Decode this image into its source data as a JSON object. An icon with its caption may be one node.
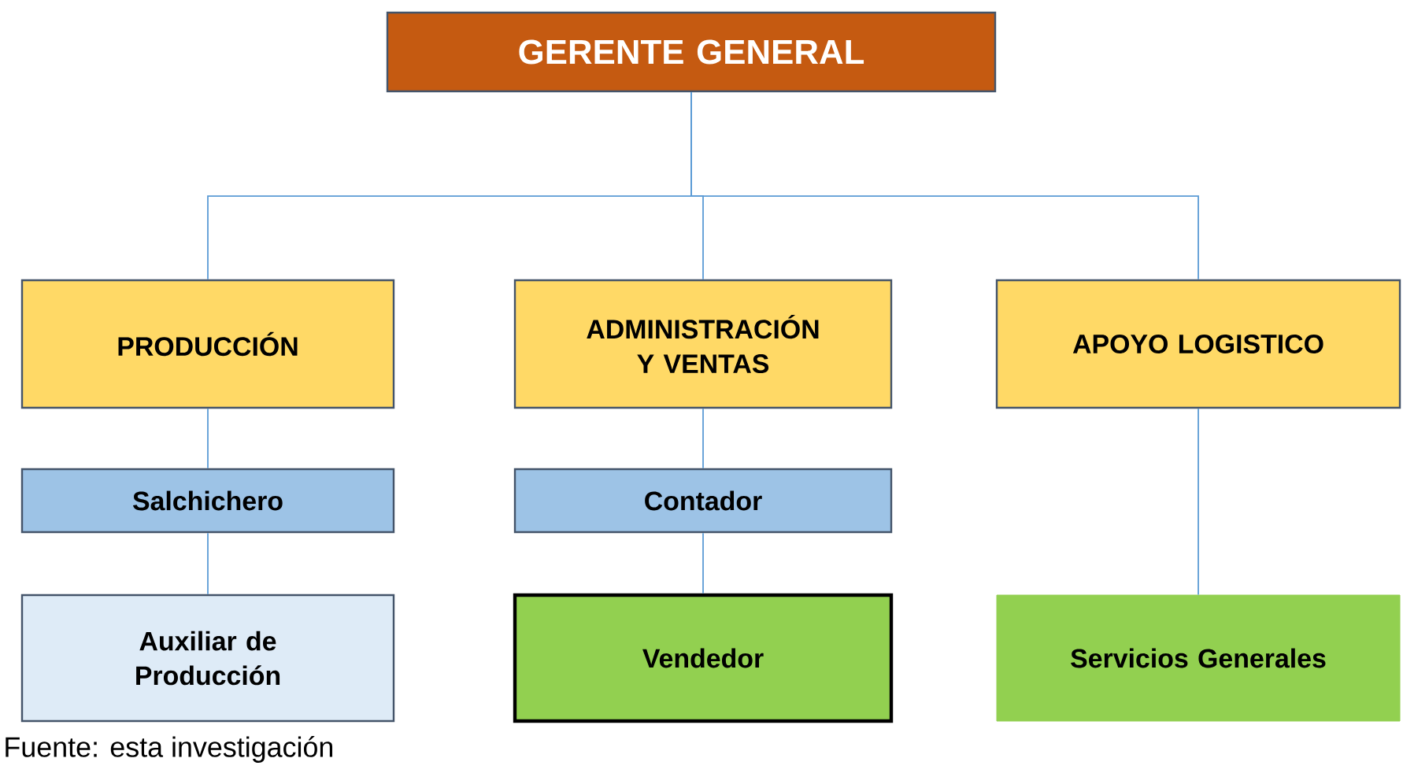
{
  "diagram": {
    "caption": "Fuente: esta investigación",
    "nodes": [
      {
        "text": [
          "GERENTE GENERAL"
        ]
      },
      {
        "text": [
          "PRODUCCIÓN"
        ]
      },
      {
        "text": [
          "ADMINISTRACIÓN Y VENTAS"
        ]
      },
      {
        "text": [
          "APOYO LOGISTICO"
        ]
      },
      {
        "text": [
          "Salchichero"
        ]
      },
      {
        "text": [
          "Contador"
        ]
      },
      {
        "text": [
          "Auxiliar de Producción"
        ]
      },
      {
        "text": [
          "Vendedor"
        ]
      },
      {
        "text": [
          "Servicios Generales"
        ]
      }
    ],
    "edges": [
      {
        "from": 0,
        "to": 1,
        "arrow": "none"
      },
      {
        "from": 0,
        "to": 2,
        "arrow": "none"
      },
      {
        "from": 0,
        "to": 3,
        "arrow": "none"
      },
      {
        "from": 1,
        "to": 4,
        "arrow": "none"
      },
      {
        "from": 4,
        "to": 6,
        "arrow": "none"
      },
      {
        "from": 2,
        "to": 5,
        "arrow": "none"
      },
      {
        "from": 5,
        "to": 7,
        "arrow": "none"
      },
      {
        "from": 3,
        "to": 8,
        "arrow": "none"
      }
    ]
  }
}
